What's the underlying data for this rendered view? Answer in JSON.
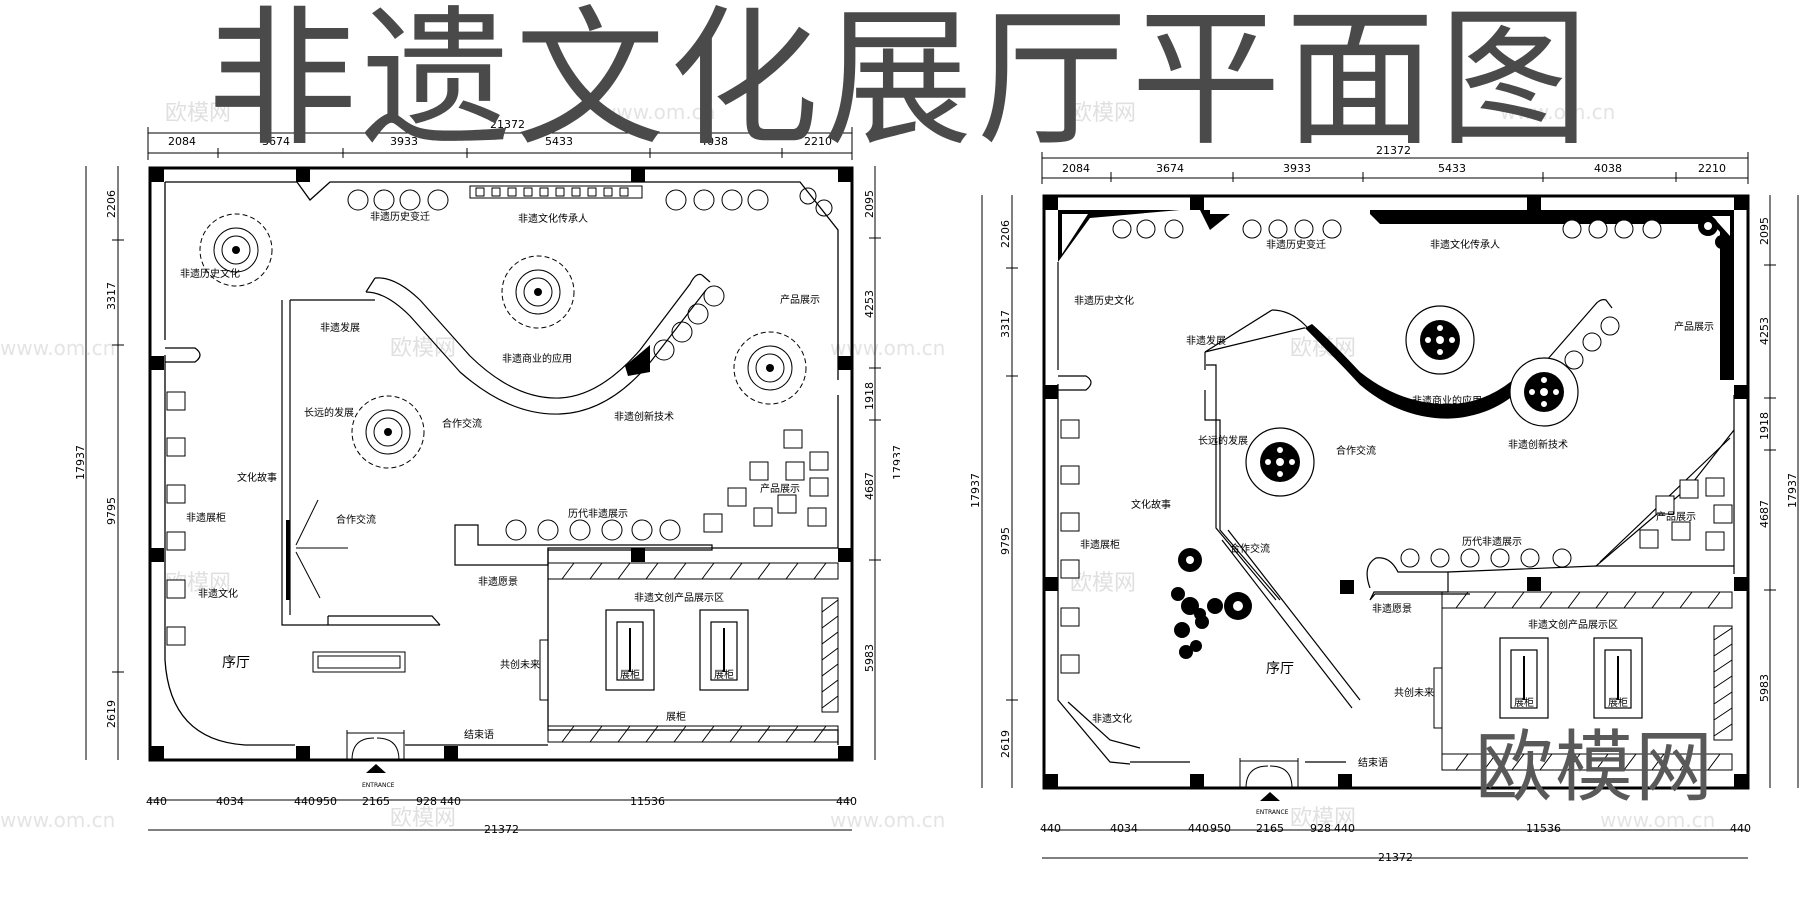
{
  "title": "非遗文化展厅平面图",
  "dimensions": {
    "top": [
      "2084",
      "3674",
      "3933",
      "5433",
      "4038",
      "2210"
    ],
    "total": "21372",
    "left": [
      "2206",
      "3317",
      "9795",
      "2619"
    ],
    "left_total": "17937",
    "right": [
      "2095",
      "4253",
      "1918",
      "4687",
      "5983"
    ],
    "bottom": [
      "440",
      "4034",
      "440",
      "950",
      "2165",
      "928",
      "440",
      "11536",
      "440"
    ]
  },
  "labels": {
    "history_change": "非遗历史变迁",
    "inheritors": "非遗文化传承人",
    "history_culture": "非遗历史文化",
    "development": "非遗发展",
    "commercial": "非遗商业的应用",
    "product_display": "产品展示",
    "long_development": "长远的发展",
    "cooperation": "合作交流",
    "innovation": "非遗创新技术",
    "stories": "文化故事",
    "cabinet_label": "非遗展柜",
    "dynasties": "历代非遗展示",
    "vision": "非遗愿景",
    "cultural_creative": "非遗文创产品展示区",
    "culture": "非遗文化",
    "lobby": "序厅",
    "future": "共创未来",
    "cabinet": "展柜",
    "epilogue": "结束语",
    "entrance": "ENTRANCE"
  },
  "watermark": {
    "brand": "欧模网",
    "url": "www.om.cn"
  }
}
